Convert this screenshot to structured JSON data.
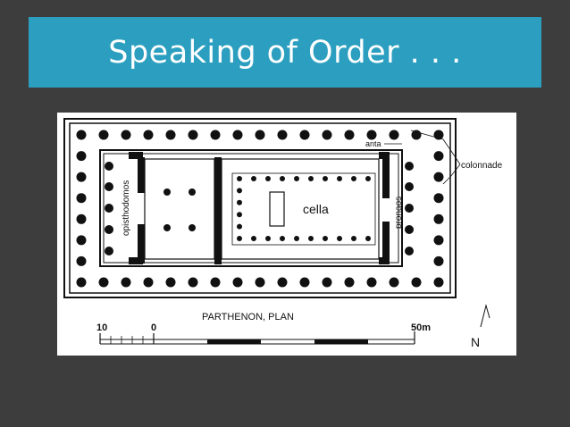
{
  "slide": {
    "title": "Speaking of Order . . ."
  },
  "plan": {
    "caption": "PARTHENON, PLAN",
    "labels": {
      "anta": "anta",
      "colonnade": "colonnade",
      "cella": "cella",
      "opisthodomos": "opisthodomos",
      "pronaos": "pronaos"
    },
    "scale": {
      "left": "10",
      "zero": "0",
      "right": "50m"
    },
    "north": "N"
  },
  "colors": {
    "background": "#3d3d3e",
    "title_band": "#2c9fc0",
    "title_text": "#ffffff",
    "ink": "#111111"
  }
}
